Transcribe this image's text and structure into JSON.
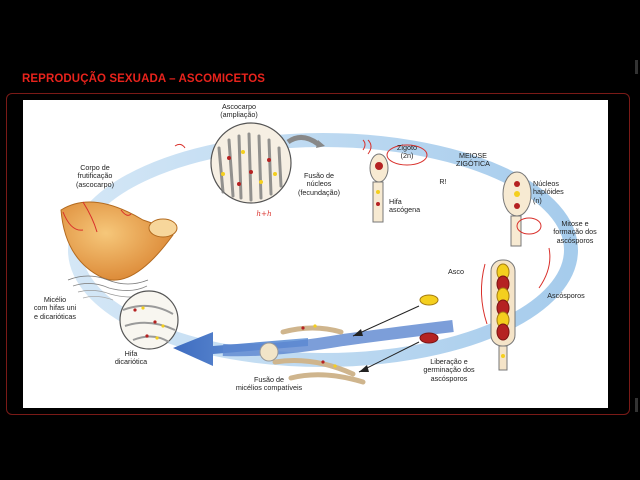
{
  "slide": {
    "title": "REPRODUÇÃO SEXUADA – ASCOMICETOS"
  },
  "labels": {
    "ascocarpo": "Ascocarpo\n(ampliação)",
    "corpo": "Corpo de\nfrutificação\n(ascocarpo)",
    "fusao_nucleos": "Fusão de\nnúcleos\n(fecundação)",
    "hifa_ascogena": "Hifa\nascógena",
    "zigoto": "Zigoto\n(2n)",
    "meiose": "MEIOSE\nZIGÓTICA",
    "r": "R!",
    "nucleos_haploides": "Núcleos\nhaplóides\n(n)",
    "mitose": "Mitose e\nformação dos\nascósporos",
    "asco": "Asco",
    "ascosporos": "Ascósporos",
    "micelio": "Micélio\ncom hifas uni\ne dicarióticas",
    "hifa_dicariotica": "Hifa\ndicariótica",
    "fusao_micelios": "Fusão de\nmicélios compatíveis",
    "liberacao": "Liberação e\ngerminação dos\nascósporos",
    "handwritten_note": "h+h"
  },
  "colors": {
    "title": "#e8231c",
    "cycle_arrow": "#5b86cf",
    "fungus": "#e8a24a",
    "spore_yellow": "#f4cf1e",
    "spore_red": "#b52222",
    "annotation_red": "#d9302b"
  },
  "icons": [
    "cycle-arrow",
    "fruiting-body-illustration",
    "ascocarp-magnified-circle",
    "hypha-magnified-circle",
    "ascus-illustration",
    "spore-icon"
  ]
}
